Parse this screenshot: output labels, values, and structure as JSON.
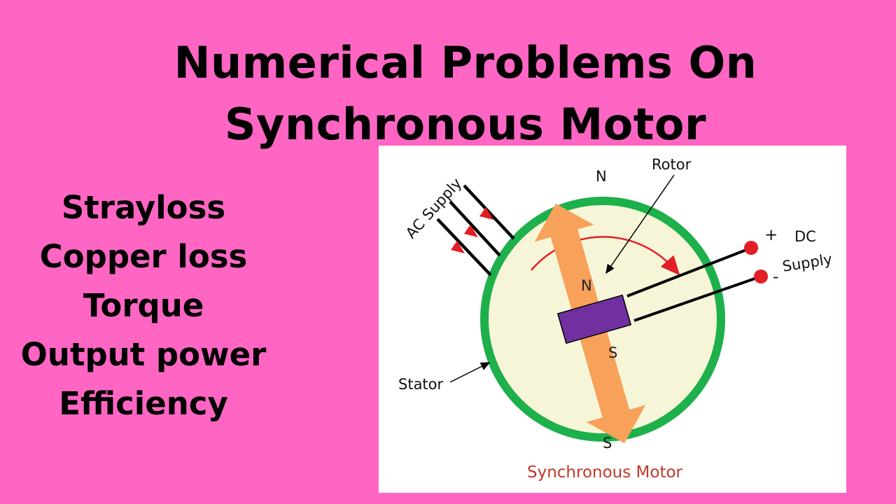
{
  "title": {
    "line1": "Numerical Problems On",
    "line2": "Synchronous Motor"
  },
  "topics": [
    "Strayloss",
    "Copper loss",
    "Torque",
    "Output power",
    "Efficiency"
  ],
  "diagram": {
    "ac_supply": "AC Supply",
    "rotor": "Rotor",
    "stator": "Stator",
    "north_top": "N",
    "south_bottom": "S",
    "rotor_north": "N",
    "rotor_south": "S",
    "dc_plus": "+",
    "dc_minus": "-",
    "dc_line1": "DC",
    "dc_line2": "Supply",
    "caption": "Synchronous Motor"
  },
  "colors": {
    "background": "#ff66c4",
    "stator_ring": "#1db04b",
    "rotor_fill": "#f7f5d8",
    "magnet_arrow": "#f7a15a",
    "shaft": "#7030a0",
    "accent_red": "#e31e24",
    "caption": "#c0392b"
  }
}
